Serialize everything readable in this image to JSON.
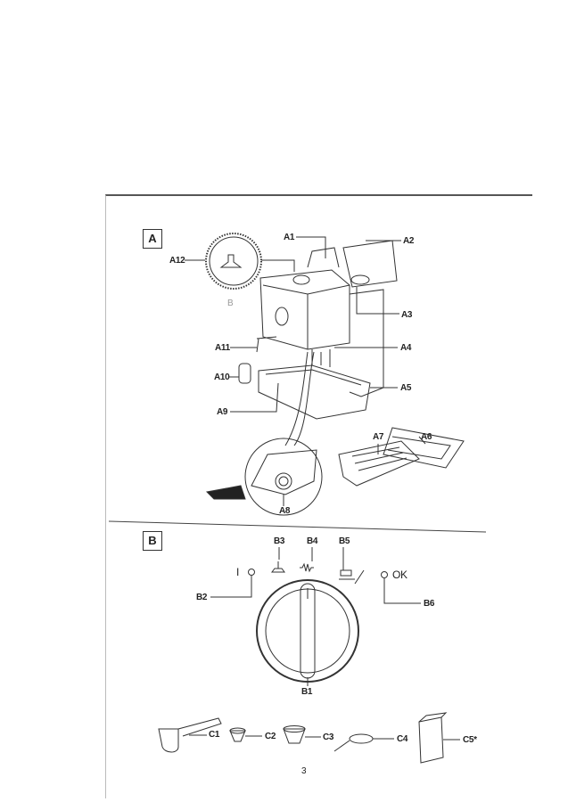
{
  "section_a": {
    "label": "A",
    "parts": {
      "a1": "A1",
      "a2": "A2",
      "a3": "A3",
      "a4": "A4",
      "a5": "A5",
      "a6": "A6",
      "a7": "A7",
      "a8": "A8",
      "a9": "A9",
      "a10": "A10",
      "a11": "A11",
      "a12": "A12",
      "b": "B"
    }
  },
  "section_b": {
    "label": "B",
    "parts": {
      "b1": "B1",
      "b2": "B2",
      "b3": "B3",
      "b4": "B4",
      "b5": "B5",
      "b6": "B6"
    },
    "light_on_symbol": "I",
    "ok_label": "OK"
  },
  "section_c": {
    "parts": {
      "c1": "C1",
      "c2": "C2",
      "c3": "C3",
      "c4": "C4",
      "c5": "C5*"
    }
  },
  "page_number": "3"
}
